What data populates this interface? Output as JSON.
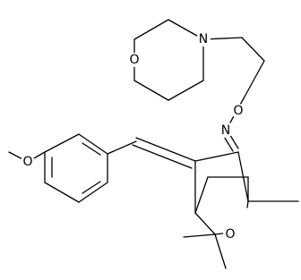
{
  "molecule": {
    "atoms": {
      "morpholine_o": "O",
      "morpholine_n": "N",
      "ether_o": "O",
      "imine_n": "N",
      "methoxy_o": "O",
      "bridge_o": "O"
    }
  }
}
